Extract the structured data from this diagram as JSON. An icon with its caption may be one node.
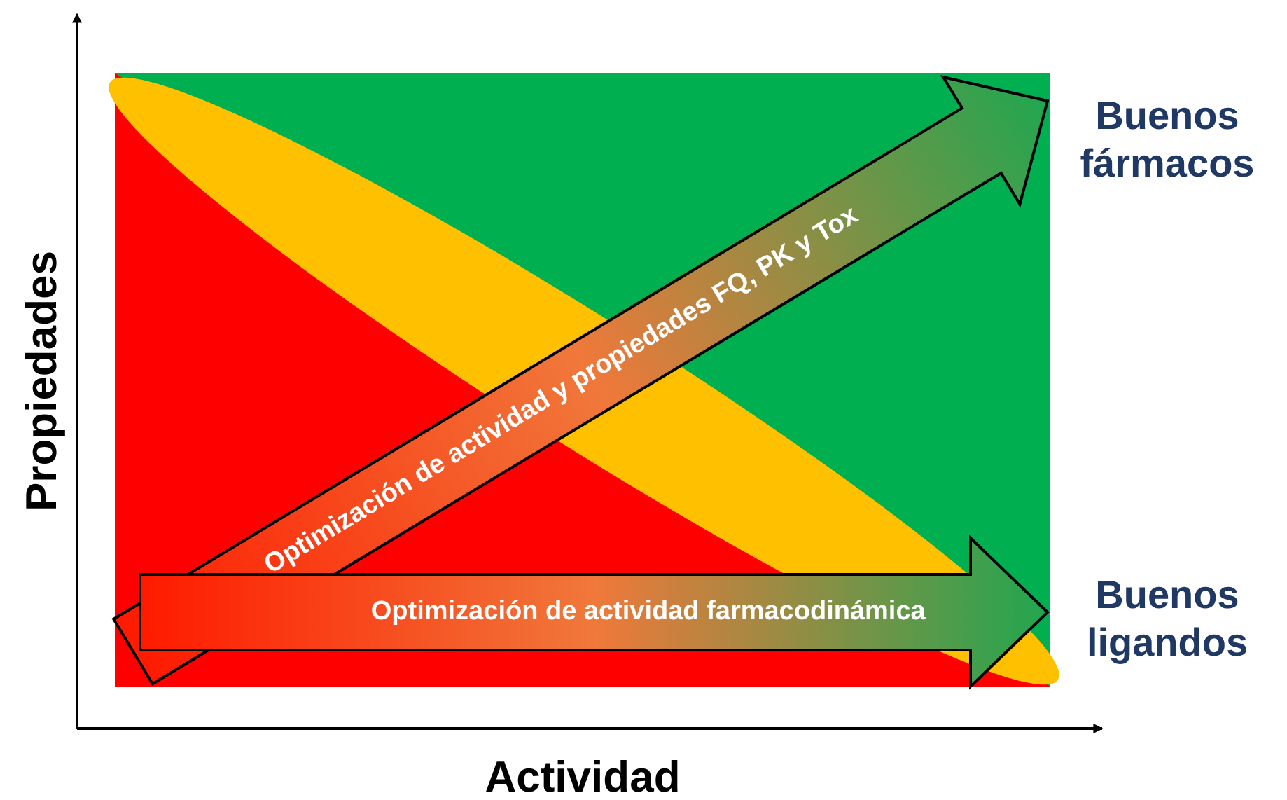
{
  "diagram": {
    "nodes": [
      {
        "text": [
          "Buenos fármacos"
        ]
      },
      {
        "text": [
          "Buenos ligandos"
        ]
      }
    ],
    "edges": [
      {
        "from": null,
        "to": 0,
        "arrow": "to",
        "label": "Optimización de actividad y propiedades  FQ, PK y Tox",
        "style": "thick"
      },
      {
        "from": null,
        "to": 1,
        "arrow": "to",
        "label": "Optimización de actividad farmacodinámica",
        "style": "thick"
      }
    ],
    "labels": [
      "Propiedades",
      "Actividad"
    ]
  }
}
